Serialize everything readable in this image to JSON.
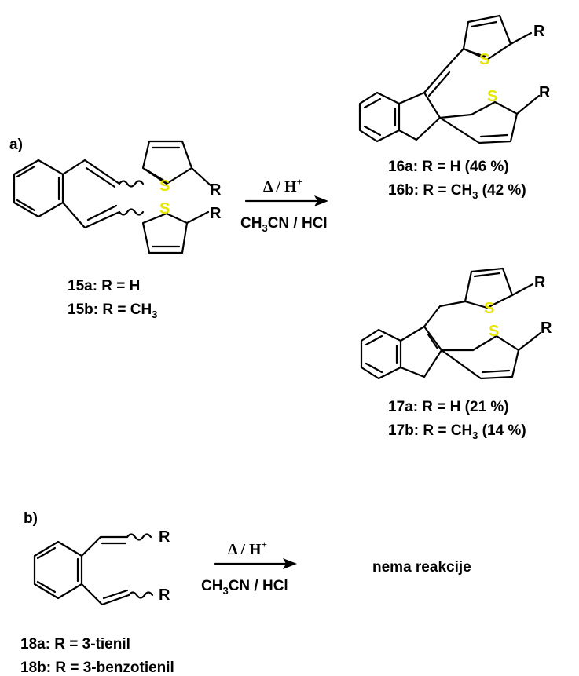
{
  "parts": {
    "a": "a)",
    "b": "b)"
  },
  "atoms": {
    "S": "S",
    "R": "R"
  },
  "conditions": {
    "delta_h": "Δ / H",
    "plus": "+",
    "solvent_pre": "CH",
    "solvent_sub": "3",
    "solvent_post": "CN / HCl"
  },
  "labels": {
    "l15a": "15a:  R = H",
    "l15b_pre": "15b: R = CH",
    "l15b_sub": "3",
    "l16a": "16a: R = H (46 %)",
    "l16b_pre": "16b: R = CH",
    "l16b_sub": "3",
    "l16b_post": " (42 %)",
    "l17a": "17a:  R = H (21 %)",
    "l17b_pre": "17b: R = CH",
    "l17b_sub": "3",
    "l17b_post": " (14 %)",
    "l18a": "18a: R = 3-tienil",
    "l18b": "18b: R = 3-benzotienil",
    "no_reaction": "nema reakcije"
  },
  "colors": {
    "sulfur": "#e6e600",
    "bond": "#000000"
  }
}
